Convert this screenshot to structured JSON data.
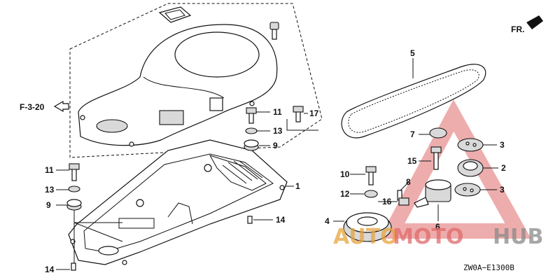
{
  "ref_label": "F-3-20",
  "direction_label": "FR.",
  "diagram_code": "ZW0A−E1300B",
  "callouts": [
    "1",
    "2",
    "3",
    "3",
    "4",
    "5",
    "6",
    "7",
    "8",
    "9",
    "9",
    "10",
    "11",
    "11",
    "12",
    "13",
    "13",
    "14",
    "14",
    "15",
    "16",
    "17"
  ],
  "watermark": {
    "part1": "AUTO",
    "part2": "MOTO",
    "part3": "HUB",
    "colors": {
      "red": "#e06a6a",
      "gold": "#e8a33d",
      "gray": "#8a8a8a"
    }
  }
}
